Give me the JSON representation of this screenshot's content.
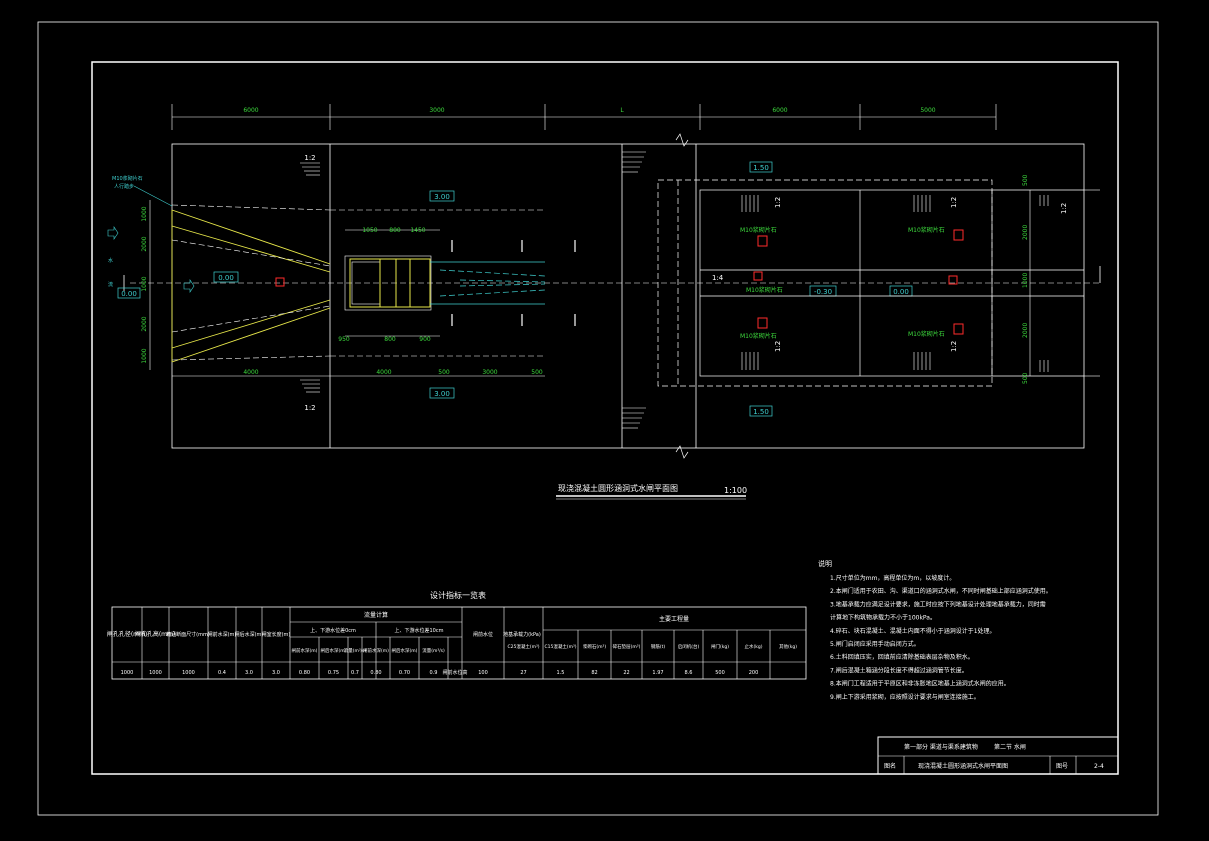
{
  "drawing": {
    "title": "现浇混凝土圆形涵洞式水闸平面图",
    "scale": "1:100",
    "dims_top": [
      "6000",
      "3000",
      "L",
      "6000",
      "5000"
    ],
    "dims_bottom": [
      "4000",
      "4000",
      "500",
      "3000",
      "500"
    ],
    "dims_mid": [
      "1050",
      "800",
      "1450",
      "950",
      "800",
      "900"
    ],
    "dims_left": [
      "1000",
      "2000",
      "1000",
      "2000",
      "1000"
    ],
    "dims_right": [
      "500",
      "2000",
      "1000",
      "2000",
      "500"
    ],
    "elevations": [
      "3.00",
      "0.00",
      "0.00",
      "3.00",
      "1.50",
      "0.00",
      "-0.30",
      "1.50"
    ],
    "slopes": [
      "1:2",
      "1:2",
      "1:2",
      "1:2",
      "1:2",
      "1:2",
      "1:4",
      "1:2"
    ],
    "labels_green": [
      "M10浆砌片石",
      "M10浆砌片石",
      "M10浆砌片石",
      "M10浆砌片石",
      "M10浆砌片石"
    ],
    "note_left": "M10浆砌片石",
    "note_left2": "人行踏步",
    "side_labels": [
      "水",
      "流"
    ]
  },
  "table": {
    "title": "设计指标一览表",
    "headers": [
      "闸孔孔径(mm)",
      "闸孔孔高(mm)",
      "箱涵断面尺寸(mm)",
      "闸前水深(m)",
      "闸后水深(m)",
      "闸室长度(m)",
      "流量计算",
      "闸前水位",
      "地基承载力(kPa)",
      "主要工程量"
    ],
    "sub_headers_flow": [
      "上、下游水位差0cm",
      "上、下游水位差10cm"
    ],
    "flow_cols": [
      "闸前水深(m)",
      "闸后水深(m)",
      "流量(m³/s)",
      "闸前水深(m)",
      "闸后水深(m)",
      "流量(m³/s)"
    ],
    "qty_cols": [
      "C25混凝土(m³)",
      "C15混凝土(m³)",
      "浆砌石(m³)",
      "碎石垫层(m³)",
      "钢筋(t)",
      "启闭机(台)",
      "闸门(kg)",
      "止水(kg)",
      "其他(kg)"
    ],
    "row": [
      "1000",
      "1000",
      "1000",
      "0.4",
      "3.0",
      "3.0",
      "0.80",
      "0.75",
      "0.7",
      "0.80",
      "0.70",
      "0.9",
      "闸前水位高",
      "100",
      "27",
      "1.5",
      "82",
      "22",
      "1.97",
      "8.6",
      "500",
      "200"
    ]
  },
  "notes": {
    "heading": "说明",
    "items": [
      "1.尺寸单位为mm，高程单位为m，以坡度计。",
      "2.本闸门适用于农田、沟、渠道口的涵洞式水闸，不同时闸基础上部应涵洞式使用。",
      "3.地基承载力应满足设计要求，施工时应按下列地基设计处理地基承载力，同时需",
      "  计算地下构筑物承载力不小于100kPa。",
      "4.碎石、块石混凝土、混凝土内面不得小于涵洞设计于1处理。",
      "5.闸门启闭应采用手动启闭方式。",
      "6.土料回填压实，回填前应清除基础表层杂物及积水。",
      "7.闸后混凝土箱涵分段长度不得超过涵洞管节长度。",
      "8.本闸门工程适用于平原区和非冻胀地区地基上涵洞式水闸的应用。",
      "9.闸上下游采用浆砌，应按照设计要求与闸室连接施工。"
    ]
  },
  "titleblock": {
    "r1c1": "第一部分  渠道与渠系建筑物",
    "r1c2": "第二节  水闸",
    "r2c1": "图名",
    "r2c2": "现浇混凝土圆形涵洞式水闸平面图",
    "r2c3": "图号",
    "r2c4": "2-4"
  }
}
